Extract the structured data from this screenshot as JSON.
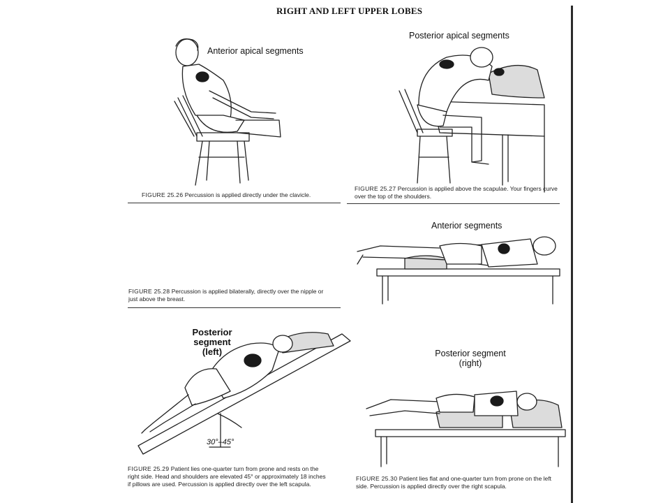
{
  "page": {
    "title": "RIGHT AND LEFT UPPER LOBES"
  },
  "figures": [
    {
      "label": "Anterior apical segments",
      "fig_id": "FIGURE 25.26",
      "caption": "Percussion is applied directly under the clavicle."
    },
    {
      "label": "Posterior apical segments",
      "fig_id": "FIGURE 25.27",
      "caption_line1": "Percussion is applied above the scapulae. Your fingers curve",
      "caption_line2": "over the top of the shoulders."
    },
    {
      "label": "Anterior segments",
      "fig_id": "FIGURE 25.28",
      "caption_line1": "Percussion is applied bilaterally, directly over the nipple or",
      "caption_line2": "just above the breast."
    },
    {
      "label_line1": "Posterior segment",
      "label_line2": "(left)",
      "angle_label": "30°–45°",
      "fig_id": "FIGURE 25.29",
      "caption_line1": "Patient lies one-quarter turn from prone and rests on the",
      "caption_line2": "right side. Head and shoulders are elevated 45° or approximately 18 inches",
      "caption_line3": "if pillows are used. Percussion is applied directly over the left scapula."
    },
    {
      "label_line1": "Posterior segment",
      "label_line2": "(right)",
      "fig_id": "FIGURE 25.30",
      "caption_line1": "Patient lies flat and one-quarter turn from prone on the left",
      "caption_line2": "side. Percussion is applied directly over the right scapula."
    }
  ]
}
